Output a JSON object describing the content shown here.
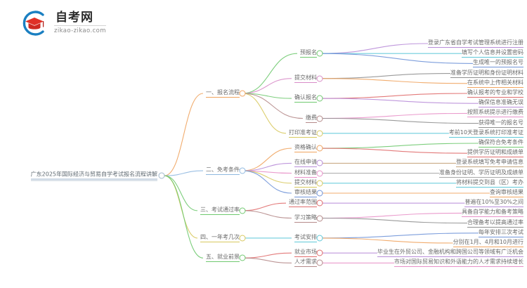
{
  "logo": {
    "cn": "自考网",
    "en": "zikao-zikao.com",
    "mark_icon": "graduation-cap-circle-logo",
    "colors": {
      "arc": "#1a7fc1",
      "cap": "#e03127",
      "cap_dark": "#b3201a"
    }
  },
  "mindmap": {
    "root": {
      "label": "广东2025年国际经济与贸易自学考试报名流程讲解",
      "color": "#9fb6cc"
    },
    "branches": [
      {
        "label": "一、报名流程",
        "color": "#f0a35e",
        "children": [
          {
            "label": "预报名",
            "color": "#6fc96f",
            "children": [
              {
                "label": "登录广东省自学考试管理系统进行注册",
                "color": "#b88cd8"
              },
              {
                "label": "填写个人信息并设置密码",
                "color": "#5ec8d8"
              },
              {
                "label": "生成唯一的预报名号",
                "color": "#6f93d8"
              }
            ]
          },
          {
            "label": "提交材料",
            "color": "#d88cc8",
            "children": [
              {
                "label": "准备学历证明和身份证明材料",
                "color": "#8f8f8f"
              },
              {
                "label": "在系统中上传相关材料",
                "color": "#f0a35e"
              }
            ]
          },
          {
            "label": "确认报名",
            "color": "#6fc96f",
            "children": [
              {
                "label": "确认报考的专业和学校",
                "color": "#e06c6c"
              },
              {
                "label": "确保信息准确无误",
                "color": "#b88cd8"
              }
            ]
          },
          {
            "label": "缴费",
            "color": "#b58a8a",
            "children": [
              {
                "label": "按照系统提示进行缴费",
                "color": "#e890c8"
              },
              {
                "label": "获得唯一的报名号",
                "color": "#8f8f8f"
              }
            ]
          },
          {
            "label": "打印准考证",
            "color": "#d8c95e",
            "children": [
              {
                "label": "考前10天登录系统打印准考证",
                "color": "#5ec8d8"
              }
            ]
          }
        ]
      },
      {
        "label": "二、免考条件",
        "color": "#8fb8e0",
        "children": [
          {
            "label": "资格确认",
            "color": "#f0a35e",
            "children": [
              {
                "label": "确保符合免考条件",
                "color": "#6fc96f"
              },
              {
                "label": "提供学历证明和成绩单",
                "color": "#e06c6c"
              }
            ]
          },
          {
            "label": "在线申请",
            "color": "#b88cd8",
            "children": [
              {
                "label": "登录系统填写免考申请信息",
                "color": "#c4a27a"
              }
            ]
          },
          {
            "label": "材料准备",
            "color": "#e890c8",
            "children": [
              {
                "label": "准备身份证明、学历证明及成绩单",
                "color": "#a8a8a8"
              }
            ]
          },
          {
            "label": "提交材料",
            "color": "#d8c95e",
            "children": [
              {
                "label": "将材料提交到县（区）考办",
                "color": "#5ec8d8"
              }
            ]
          },
          {
            "label": "审核结果",
            "color": "#6f93d8",
            "children": [
              {
                "label": "查询审核结果",
                "color": "#f0a35e"
              }
            ]
          }
        ]
      },
      {
        "label": "三、考试通过率",
        "color": "#6fc96f",
        "children": [
          {
            "label": "通过率范围",
            "color": "#e06c6c",
            "children": [
              {
                "label": "普遍在10%至30%之间",
                "color": "#b88cd8"
              }
            ]
          },
          {
            "label": "学习策略",
            "color": "#b58a8a",
            "children": [
              {
                "label": "具备自学能力和备考策略",
                "color": "#e890c8"
              },
              {
                "label": "合理备考以提高通过率",
                "color": "#8f8f8f"
              }
            ]
          }
        ]
      },
      {
        "label": "四、一年考几次",
        "color": "#d8c95e",
        "children": [
          {
            "label": "考试安排",
            "color": "#5ec8d8",
            "children": [
              {
                "label": "每年安排三次考试",
                "color": "#6f93d8"
              },
              {
                "label": "分别在1月、4月和10月进行",
                "color": "#f0a35e"
              }
            ]
          }
        ]
      },
      {
        "label": "五、就业前景",
        "color": "#6fc96f",
        "children": [
          {
            "label": "就业市场",
            "color": "#e06c6c",
            "children": [
              {
                "label": "毕业生在外贸公司、金融机构和跨国公司等领域有广泛机会",
                "color": "#b88cd8"
              }
            ]
          },
          {
            "label": "人才需求",
            "color": "#b58a8a",
            "children": [
              {
                "label": "市场对国际贸易知识和外语能力的人才需求持续增长",
                "color": "#e890c8"
              }
            ]
          }
        ]
      }
    ]
  }
}
